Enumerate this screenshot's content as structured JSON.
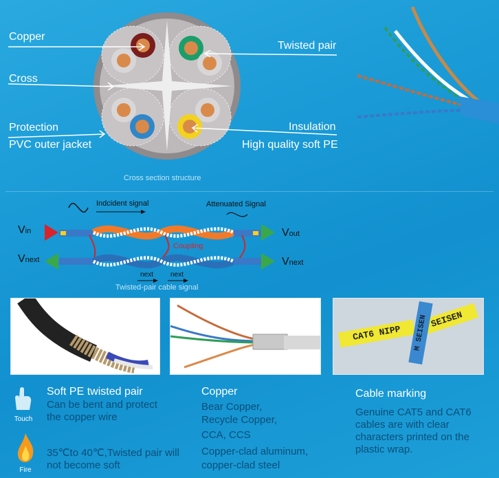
{
  "cross_section": {
    "labels": {
      "copper": "Copper",
      "cross": "Cross",
      "protection": "Protection",
      "pvc": "PVC outer jacket",
      "twisted_pair": "Twisted pair",
      "insulation": "Insulation",
      "pe": "High quality soft PE"
    },
    "caption": "Cross section structure"
  },
  "signal": {
    "incident": "Indcident signal",
    "attenuated": "Attenuated Signal",
    "vin_main": "V",
    "vin_sub": "in",
    "vnext_main": "V",
    "vnext_sub": "next",
    "vout_main": "V",
    "vout_sub": "out",
    "vnext2_main": "V",
    "vnext2_sub": "next",
    "coupling": "Coupling",
    "next1": "next",
    "next2": "next",
    "caption": "Twisted-pair cable signal"
  },
  "features": {
    "soft_pe": {
      "title": "Soft PE twisted pair",
      "text": "Can be bent and protect the copper wire",
      "icon_label": "Touch"
    },
    "fire": {
      "text": "35℃to 40℃,Twisted pair will not become soft",
      "icon_label": "Fire"
    },
    "copper": {
      "title": "Copper",
      "lines": [
        "Bear Copper,",
        "Recycle Copper,",
        "CCA, CCS",
        "Copper-clad aluminum,",
        "copper-clad steel"
      ]
    },
    "marking": {
      "title": "Cable marking",
      "text": "Genuine CAT5 and CAT6 cables are with clear characters printed on the plastic wrap."
    },
    "tag1": "CAT6 NIPP",
    "tag2": "SEISEN",
    "tag3": "M SEISEN"
  }
}
